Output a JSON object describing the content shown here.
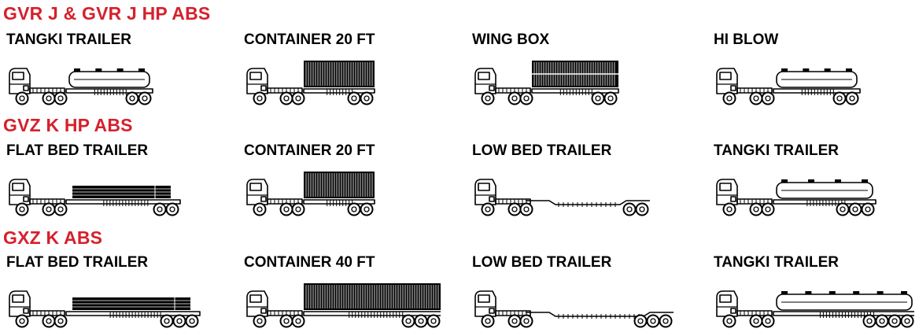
{
  "colors": {
    "accent": "#d6202c",
    "text": "#000000",
    "background": "#ffffff"
  },
  "sections": [
    {
      "title": "GVR J & GVR J HP ABS",
      "items": [
        {
          "label": "TANGKI  TRAILER",
          "icon": "tanker-truck-icon"
        },
        {
          "label": "CONTAINER 20 FT",
          "icon": "container-truck-icon"
        },
        {
          "label": "WING BOX",
          "icon": "wing-box-truck-icon"
        },
        {
          "label": "HI BLOW",
          "icon": "hi-blow-truck-icon"
        }
      ]
    },
    {
      "title": "GVZ K HP ABS",
      "items": [
        {
          "label": "FLAT BED  TRAILER",
          "icon": "flatbed-truck-icon"
        },
        {
          "label": "CONTAINER 20 FT",
          "icon": "container-truck-icon"
        },
        {
          "label": "LOW BED TRAILER",
          "icon": "lowbed-truck-icon"
        },
        {
          "label": "TANGKI TRAILER",
          "icon": "tanker-truck-icon"
        }
      ]
    },
    {
      "title": "GXZ K ABS",
      "items": [
        {
          "label": "FLAT BED  TRAILER",
          "icon": "flatbed-truck-icon"
        },
        {
          "label": "CONTAINER 40 FT",
          "icon": "container-truck-icon"
        },
        {
          "label": "LOW BED TRAILER",
          "icon": "lowbed-truck-icon"
        },
        {
          "label": "TANGKI TRAILER",
          "icon": "tanker-truck-icon"
        }
      ]
    }
  ]
}
